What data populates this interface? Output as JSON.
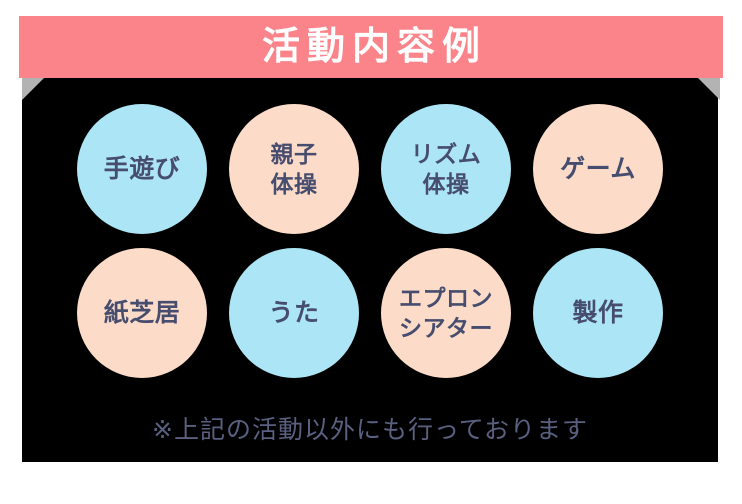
{
  "banner": {
    "title": "活動内容例",
    "background_color": "#fa8489",
    "text_color": "#ffffff",
    "fold_color": "#b3b3b3"
  },
  "panel": {
    "background_color": "#000000"
  },
  "palette": {
    "blue": "#ace5f5",
    "peach": "#fcdcc9",
    "bubble_text": "#474d6e",
    "footnote_text": "#5a6080"
  },
  "grid": {
    "rows": [
      {
        "bubbles": [
          {
            "color": "blue",
            "lines": [
              "手遊び"
            ]
          },
          {
            "color": "peach",
            "lines": [
              "親子",
              "体操"
            ]
          },
          {
            "color": "blue",
            "lines": [
              "リズム",
              "体操"
            ]
          },
          {
            "color": "peach",
            "lines": [
              "ゲーム"
            ]
          }
        ]
      },
      {
        "bubbles": [
          {
            "color": "peach",
            "lines": [
              "紙芝居"
            ]
          },
          {
            "color": "blue",
            "lines": [
              "うた"
            ]
          },
          {
            "color": "peach",
            "lines": [
              "エプロン",
              "シアター"
            ]
          },
          {
            "color": "blue",
            "lines": [
              "製作"
            ]
          }
        ]
      }
    ]
  },
  "footnote": {
    "text": "※上記の活動以外にも行っております"
  }
}
